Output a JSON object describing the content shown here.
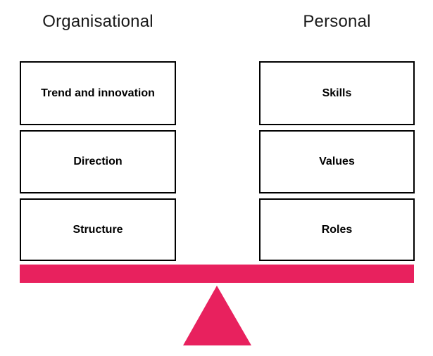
{
  "diagram": {
    "type": "balance-diagram",
    "left": {
      "heading": "Organisational",
      "items": [
        "Trend and innovation",
        "Direction",
        "Structure"
      ]
    },
    "right": {
      "heading": "Personal",
      "items": [
        "Skills",
        "Values",
        "Roles"
      ]
    }
  },
  "colors": {
    "accent": "#E8215E",
    "box_border": "#000000",
    "box_fill": "#FFFFFF",
    "text": "#000000",
    "background": "#FFFFFF"
  }
}
